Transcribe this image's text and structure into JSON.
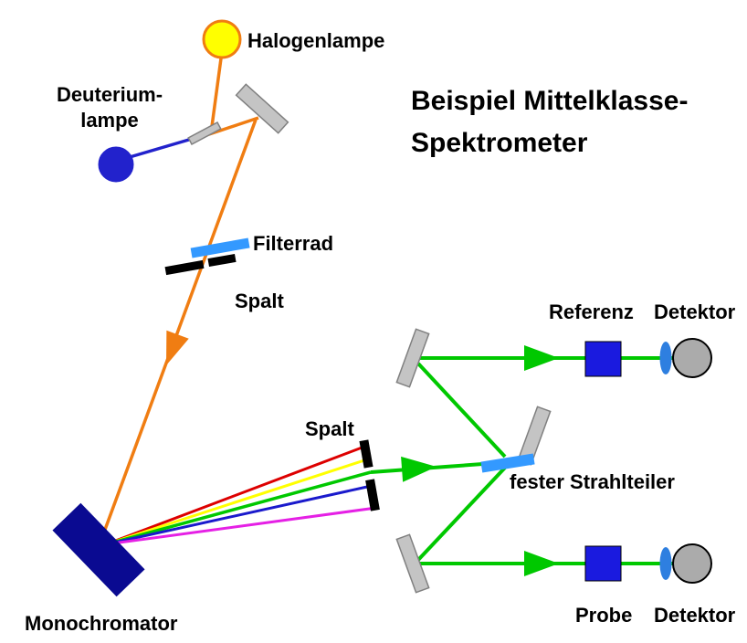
{
  "title": {
    "line1": "Beispiel Mittelklasse-",
    "line2": "Spektrometer"
  },
  "labels": {
    "halogen_lamp": "Halogenlampe",
    "deuterium_line1": "Deuterium-",
    "deuterium_line2": "lampe",
    "filter_wheel": "Filterrad",
    "entrance_slit": "Spalt",
    "exit_slit": "Spalt",
    "beamsplitter": "fester Strahlteiler",
    "reference_cell": "Referenz",
    "detector_top": "Detektor",
    "sample_cell": "Probe",
    "detector_bottom": "Detektor",
    "monochromator": "Monochromator"
  },
  "colors": {
    "orange": "#F07D12",
    "deep_blue": "#2222CC",
    "halogen_yellow": "#FFFF00",
    "beam_green": "#00C800",
    "beam_red": "#DD0000",
    "beam_yellow": "#FFFF00",
    "beam_darkblue": "#1A1ACC",
    "beam_magenta": "#E520E5",
    "monochromator_navy": "#0A0A91",
    "filter_blue": "#3399FF",
    "lens_blue": "#2E7FE0",
    "cell_blue": "#1A1ADF",
    "mirror_gray": "#C4C4C4",
    "mirror_edge": "#808080",
    "detector_gray": "#ABABAB",
    "slit_black": "#000000"
  }
}
